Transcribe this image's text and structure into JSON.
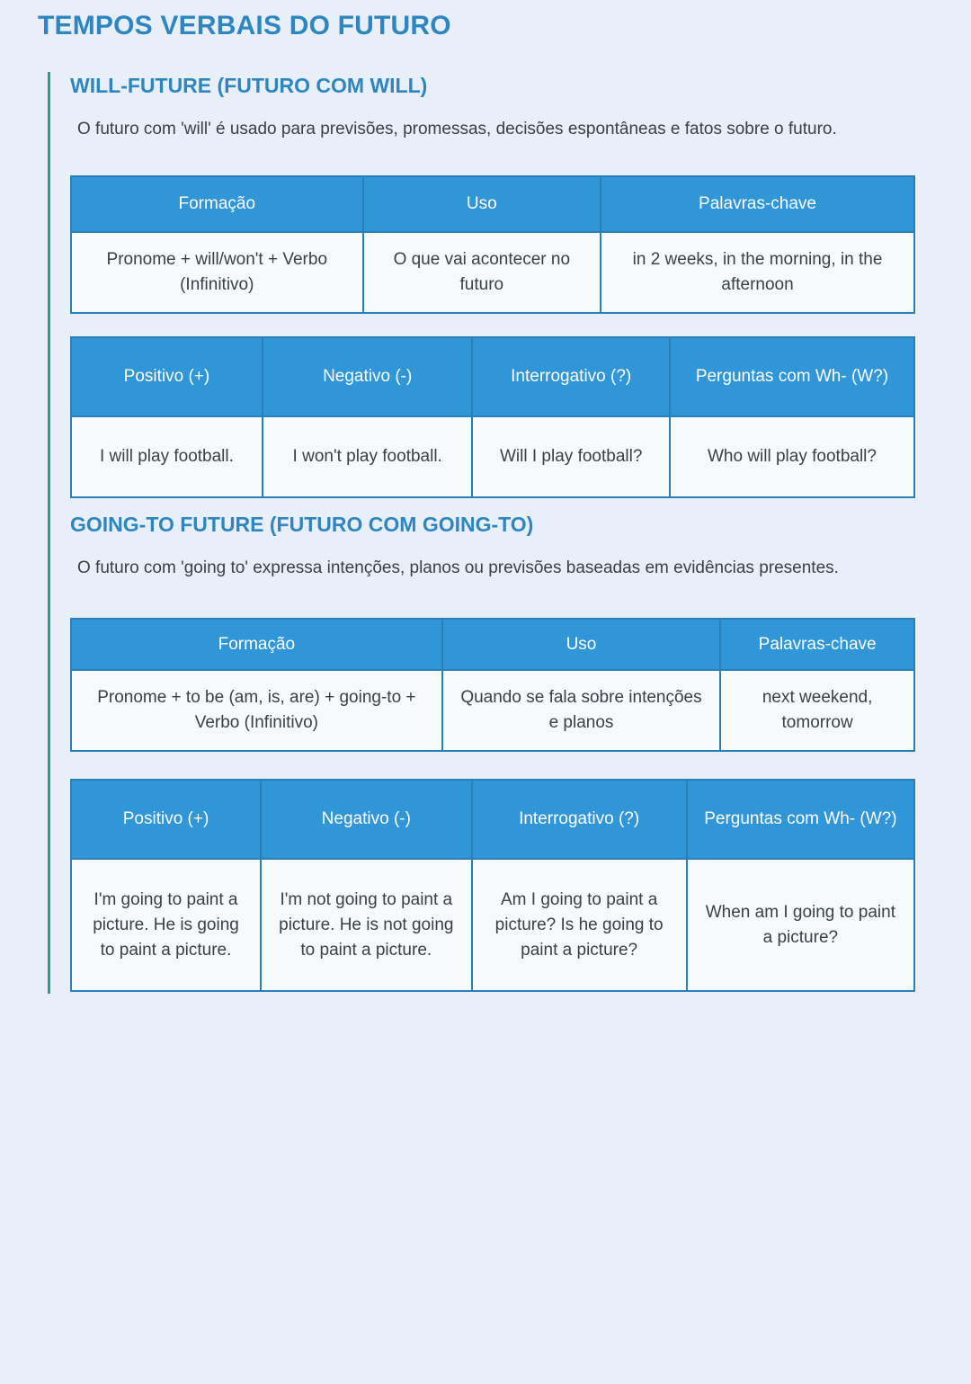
{
  "page": {
    "title": "TEMPOS VERBAIS DO FUTURO"
  },
  "colors": {
    "page_background": "#e9eff8",
    "heading_blue": "#2e86c1",
    "table_header_fill": "#3096d7",
    "table_border": "#2a7fb8",
    "table_cell_fill": "#f6fafd",
    "accent_teal_rule": "#2a9d8f",
    "body_text": "#3a4045"
  },
  "sections": [
    {
      "heading": "WILL-FUTURE (FUTURO COM WILL)",
      "description": "O futuro com 'will' é usado para previsões, promessas, decisões espontâneas e fatos sobre o futuro.",
      "info_table": {
        "headers": [
          "Formação",
          "Uso",
          "Palavras-chave"
        ],
        "row": [
          "Pronome + will/won't + Verbo (Infinitivo)",
          "O que vai acontecer no futuro",
          "in 2 weeks, in the morning, in the afternoon"
        ]
      },
      "forms_table": {
        "headers": [
          "Positivo (+)",
          "Negativo (-)",
          "Interrogativo (?)",
          "Perguntas com Wh- (W?)"
        ],
        "row": [
          "I will play football.",
          "I won't play football.",
          "Will I play football?",
          "Who will play football?"
        ]
      }
    },
    {
      "heading": "GOING-TO FUTURE (FUTURO COM GOING-TO)",
      "description": "O futuro com 'going to' expressa intenções, planos ou previsões baseadas em evidências presentes.",
      "info_table": {
        "headers": [
          "Formação",
          "Uso",
          "Palavras-chave"
        ],
        "row": [
          "Pronome + to be (am, is, are) + going-to + Verbo (Infinitivo)",
          "Quando se fala sobre intenções e planos",
          "next weekend, tomorrow"
        ]
      },
      "forms_table": {
        "headers": [
          "Positivo (+)",
          "Negativo (-)",
          "Interrogativo (?)",
          "Perguntas com Wh- (W?)"
        ],
        "row": [
          "I'm going to paint a picture. He is going to paint a picture.",
          "I'm not going to paint a picture. He is not going to paint a picture.",
          "Am I going to paint a picture? Is he going to paint a picture?",
          "When am I going to paint a picture?"
        ]
      }
    }
  ]
}
